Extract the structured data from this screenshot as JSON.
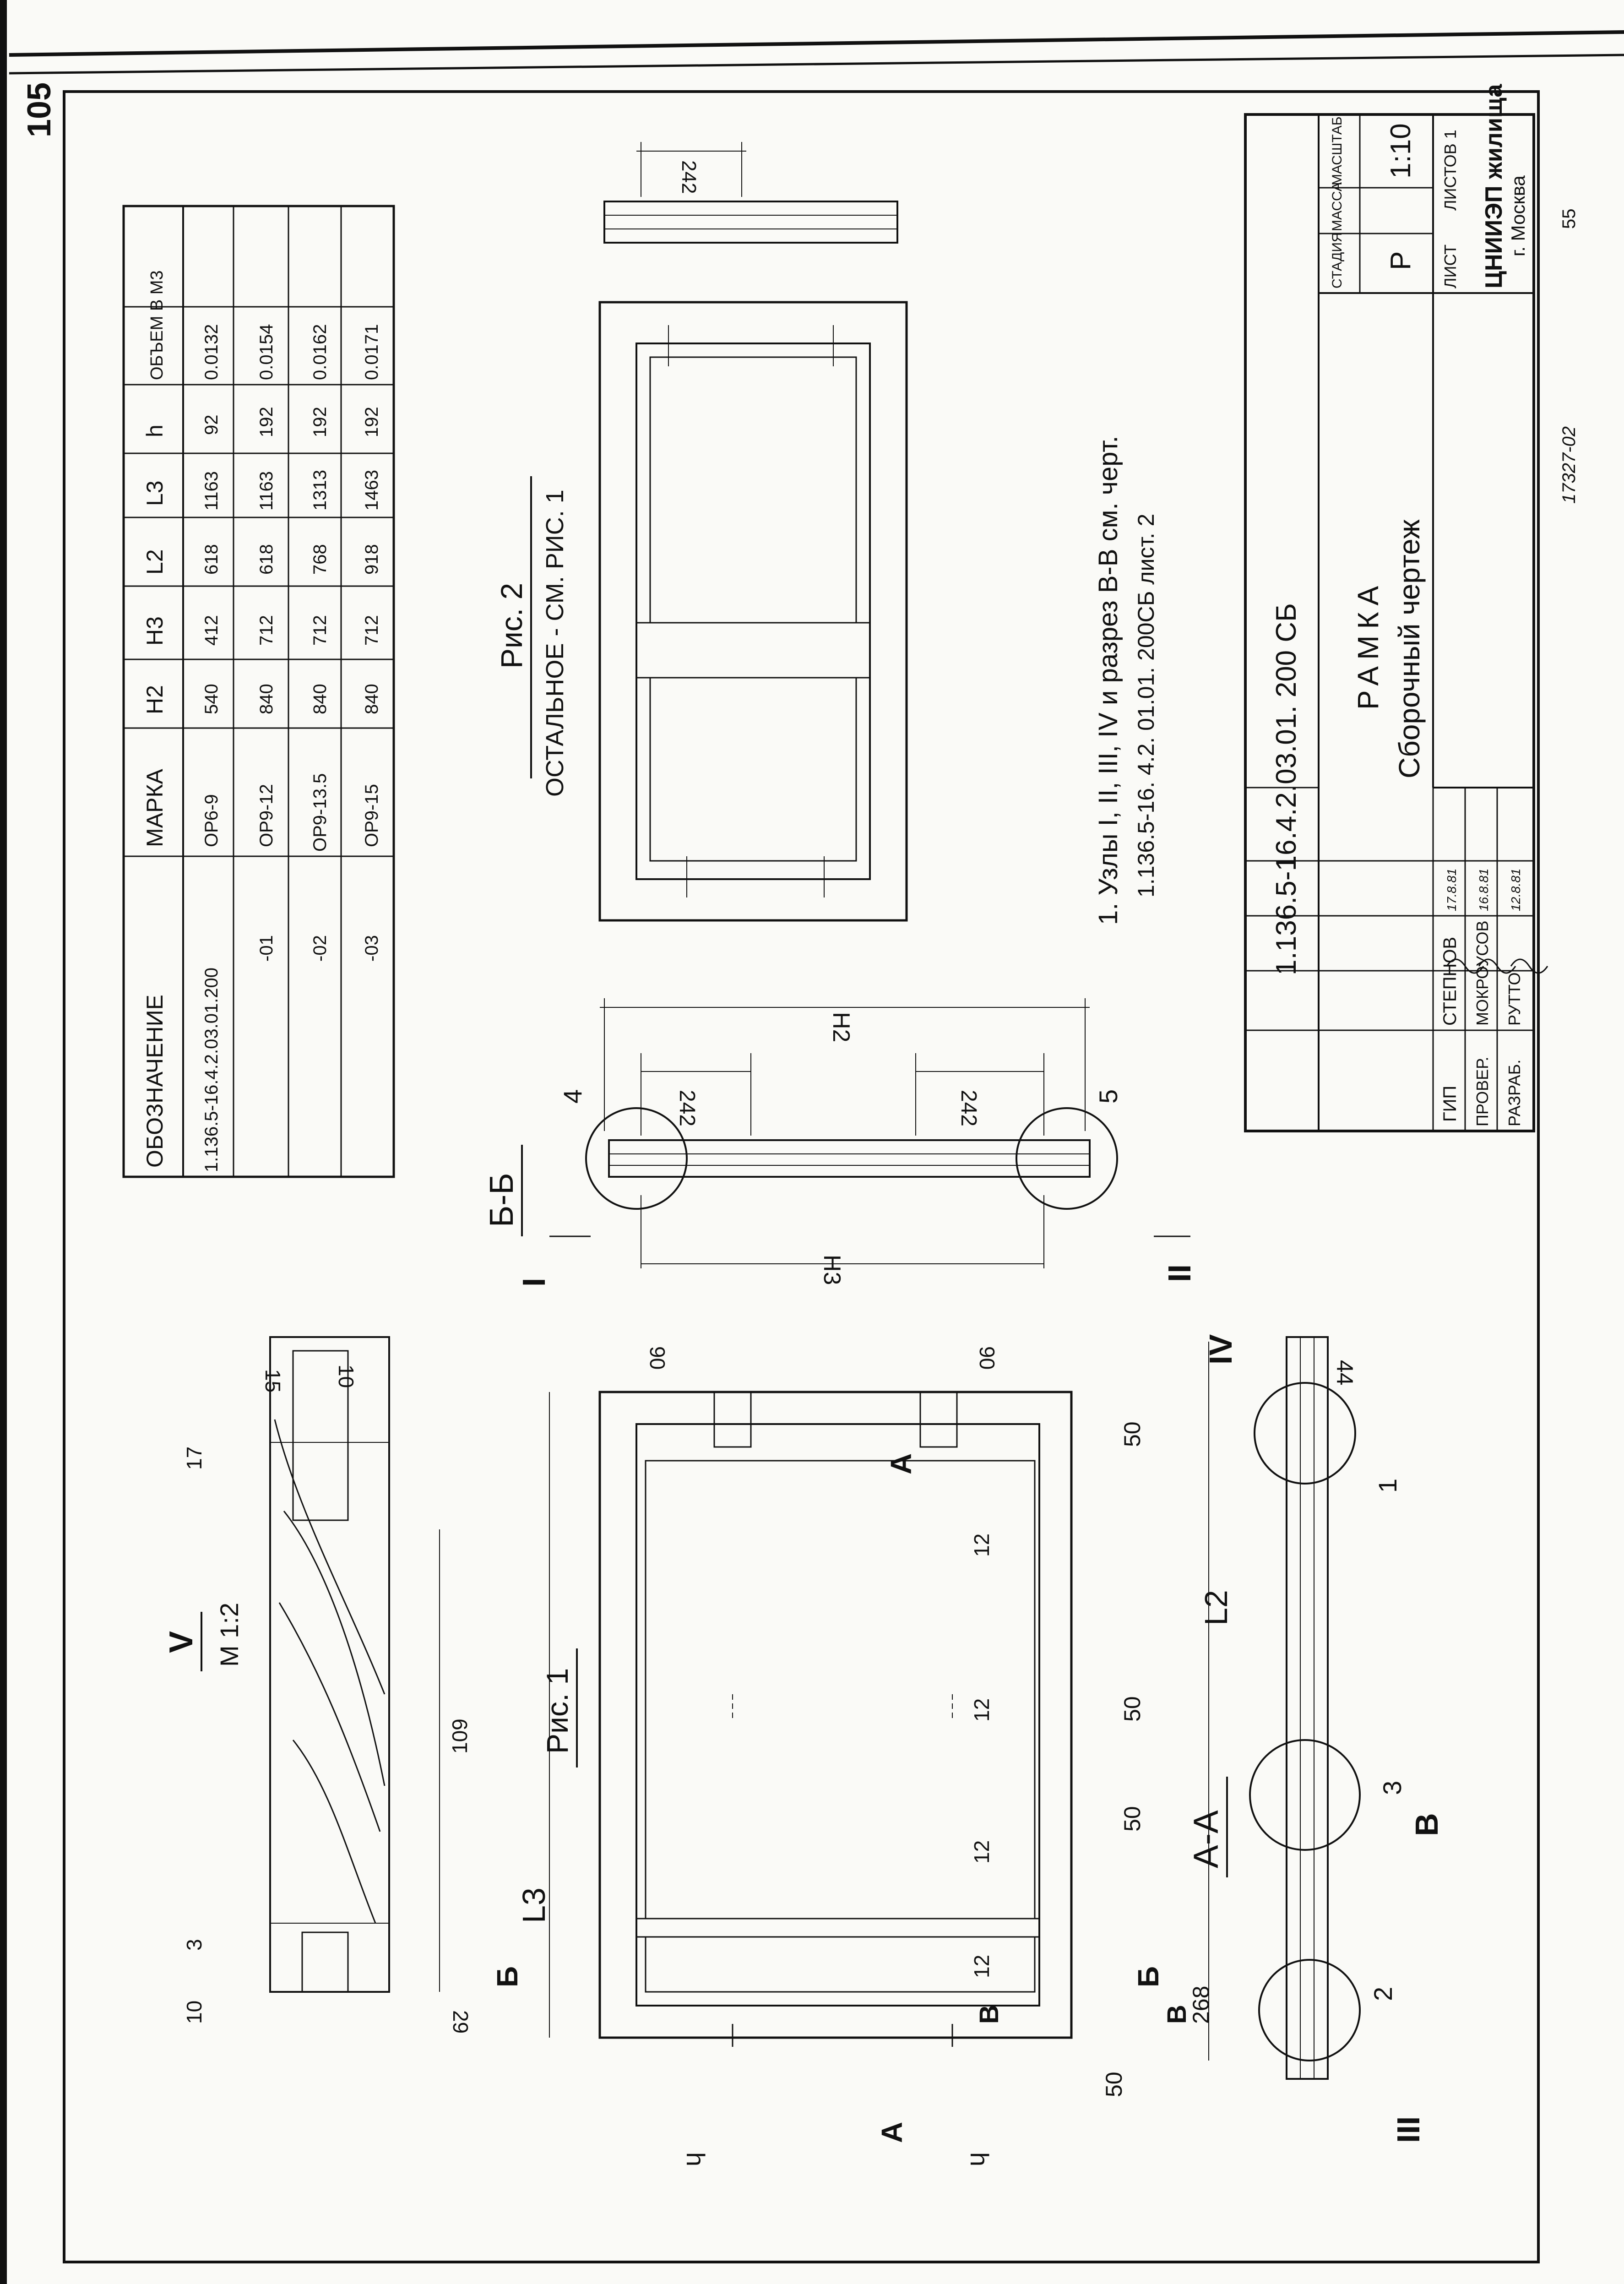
{
  "page_number": "105",
  "table": {
    "headers": [
      "ОБОЗНАЧЕНИЕ",
      "МАРКА",
      "H2",
      "H3",
      "L2",
      "L3",
      "h",
      "ОБЪЕМ В М3"
    ],
    "rows": [
      [
        "1.136.5-16.4.2.03.01.200",
        "ОР6-9",
        "540",
        "412",
        "618",
        "1163",
        "92",
        "0.0132"
      ],
      [
        "-01",
        "ОР9-12",
        "840",
        "712",
        "618",
        "1163",
        "192",
        "0.0154"
      ],
      [
        "-02",
        "ОР9-13.5",
        "840",
        "712",
        "768",
        "1313",
        "192",
        "0.0162"
      ],
      [
        "-03",
        "ОР9-15",
        "840",
        "712",
        "918",
        "1463",
        "192",
        "0.0171"
      ]
    ]
  },
  "figures": {
    "fig1_title": "Рис. 1",
    "fig2_title": "Рис. 2",
    "fig2_note": "ОСТАЛЬНОЕ - СМ. РИС. 1",
    "section_bb": "Б-Б",
    "section_aa": "А-А",
    "detail_v": "V",
    "detail_v_scale": "М 1:2"
  },
  "notes": {
    "line1": "1. Узлы I, II, III, IV и разрез В-В см. черт.",
    "line2": "1.136.5-16. 4.2. 01.01. 200СБ лист. 2"
  },
  "dimensions": {
    "d242": "242",
    "H2": "H2",
    "H3": "H3",
    "L2": "L2",
    "L3": "L3",
    "h": "h",
    "d90": "90",
    "d50": "50",
    "d12": "12",
    "d268": "268",
    "d44": "44",
    "d109": "109",
    "d17": "17",
    "d15": "15",
    "d10": "10",
    "d3": "3",
    "d29": "29"
  },
  "markers": {
    "A": "А",
    "B": "Б",
    "V": "В",
    "n1": "1",
    "n2": "2",
    "n3": "3",
    "n4": "4",
    "n5": "5",
    "I": "I",
    "II": "II",
    "III": "III",
    "IV": "IV"
  },
  "title_block": {
    "code": "1.136.5-16.4.2.03.01. 200 СБ",
    "name": "РАМКА",
    "subtitle": "Сборочный чертеж",
    "stage_label": "СТАДИЯ",
    "mass_label": "МАССА",
    "scale_label": "МАСШТАБ",
    "stage_value": "Р",
    "scale_value": "1:10",
    "sheet_label": "ЛИСТ",
    "sheets_label": "ЛИСТОВ 1",
    "org": "ЦНИИЭП жилища",
    "city": "г. Москва",
    "roles": [
      "ГИП",
      "ПРОВЕР.",
      "РАЗРАБ."
    ],
    "names": [
      "СТЕПНОВ",
      "МОКРОУСОВ",
      "РУТТО"
    ],
    "dates": [
      "17.8.81",
      "16.8.81",
      "12.8.81"
    ],
    "archive": "17327-02",
    "bottom_num": "55"
  }
}
